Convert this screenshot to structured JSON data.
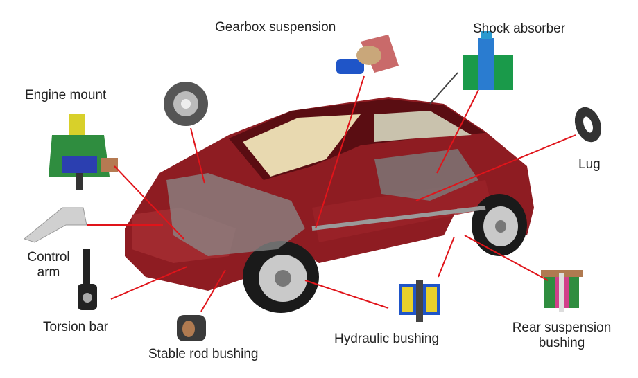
{
  "labels": {
    "gearbox_suspension": "Gearbox suspension",
    "shock_absorber": "Shock absorber",
    "engine_mount": "Engine mount",
    "lug": "Lug",
    "control_arm_1": "Control",
    "control_arm_2": "arm",
    "torsion_bar": "Torsion bar",
    "stable_rod_bushing": "Stable rod bushing",
    "hydraulic_bushing": "Hydraulic bushing",
    "rear_suspension_bushing_1": "Rear suspension",
    "rear_suspension_bushing_2": "bushing"
  },
  "colors": {
    "car_body": "#8e1c22",
    "car_dark": "#5a0d12",
    "pointer": "#e0141a",
    "rubber_green": "#1a9a4a",
    "metal_blue": "#1f55c8"
  }
}
